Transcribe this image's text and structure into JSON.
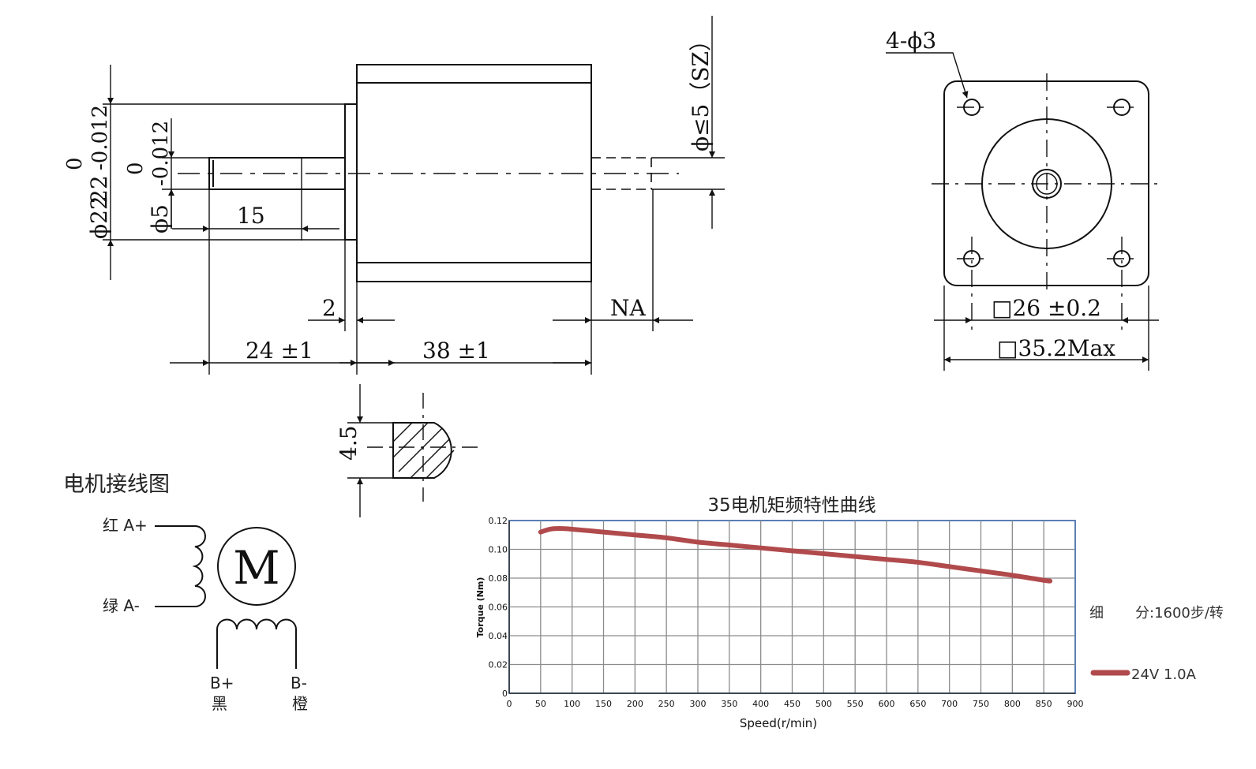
{
  "drawing": {
    "shaft_dia_label": "ϕ5",
    "shaft_tol_upper": "0",
    "shaft_tol_lower": "-0.012",
    "boss_dia_label": "ϕ22",
    "boss_tol_upper": "0",
    "boss_tol_lower": "-0.012",
    "shaft_len_label": "15",
    "boss_thick_label": "2",
    "front_len_label": "24 ±1",
    "body_len_label": "38 ±1",
    "rear_shaft_label": "NA",
    "rear_shaft_dia_label": "ϕ≤5（SZ）",
    "hole_label": "4-ϕ3",
    "hole_pitch_label": "□26 ±0.2",
    "flange_size_label": "□35.2Max",
    "flat_label": "4.5"
  },
  "wiring": {
    "title": "电机接线图",
    "motor_symbol": "M",
    "a_plus": "红 A+",
    "a_minus": "绿 A-",
    "b_plus": "B+",
    "b_plus_color": "黑",
    "b_minus": "B-",
    "b_minus_color": "橙"
  },
  "chart_legend": {
    "microstep_prefix": "细",
    "microstep_text": "分:1600步/转",
    "series_label": "24V  1.0A",
    "series_color": "#b14a4c"
  },
  "chart_data": {
    "type": "line",
    "title": "35电机矩频特性曲线",
    "xlabel": "Speed(r/min)",
    "ylabel": "Torque (Nm)",
    "xlim": [
      0,
      900
    ],
    "ylim": [
      0,
      0.12
    ],
    "xticks": [
      "0",
      "50",
      "100",
      "150",
      "200",
      "250",
      "300",
      "350",
      "400",
      "450",
      "500",
      "550",
      "600",
      "650",
      "700",
      "750",
      "800",
      "850",
      "900"
    ],
    "yticks": [
      "0",
      "0.02",
      "0.04",
      "0.06",
      "0.08",
      "0.10",
      "0.12"
    ],
    "grid": true,
    "series": [
      {
        "name": "24V  1.0A",
        "color": "#b14a4c",
        "x": [
          50,
          65,
          80,
          100,
          150,
          200,
          250,
          300,
          350,
          400,
          450,
          500,
          550,
          600,
          650,
          700,
          750,
          800,
          850,
          860
        ],
        "y": [
          0.112,
          0.114,
          0.1145,
          0.114,
          0.112,
          0.11,
          0.108,
          0.105,
          0.103,
          0.101,
          0.099,
          0.097,
          0.095,
          0.093,
          0.091,
          0.088,
          0.085,
          0.082,
          0.0785,
          0.078
        ]
      }
    ]
  }
}
